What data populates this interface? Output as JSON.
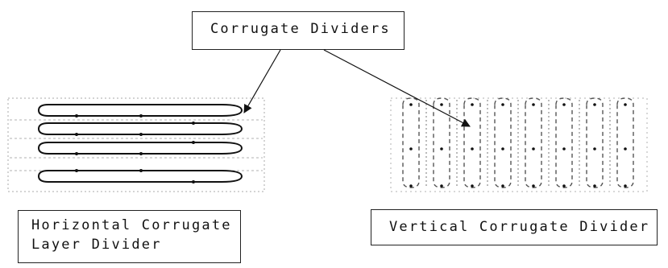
{
  "diagram": {
    "title": "Corrugate Dividers",
    "horizontal": {
      "line1": "Horizontal Corrugate",
      "line2": "Layer Divider"
    },
    "vertical": {
      "label": "Vertical Corrugate Divider"
    }
  },
  "colors": {
    "ink": "#111111",
    "faint": "#9a9a9a"
  }
}
